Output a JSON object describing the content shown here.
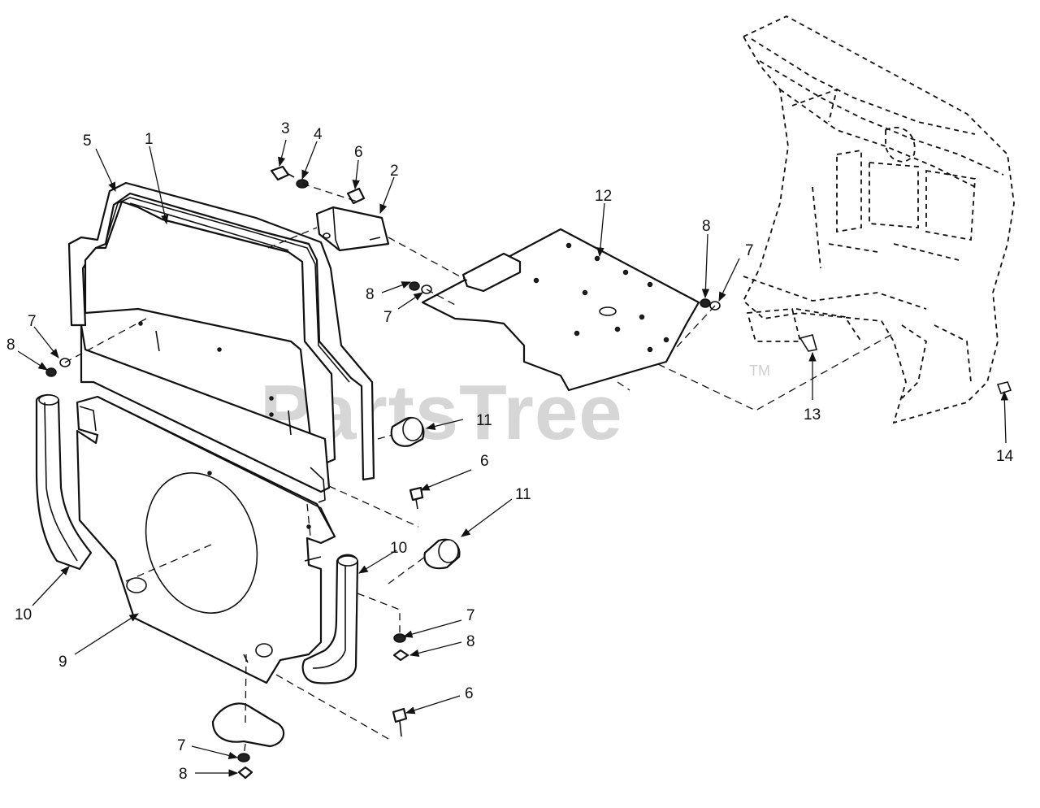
{
  "watermark": {
    "text": "PartsTree",
    "trademark": "TM"
  },
  "callouts": {
    "c1": "1",
    "c2": "2",
    "c3": "3",
    "c4": "4",
    "c5": "5",
    "c6a": "6",
    "c6b": "6",
    "c6c": "6",
    "c7a": "7",
    "c7b": "7",
    "c7c": "7",
    "c7d": "7",
    "c7e": "7",
    "c8a": "8",
    "c8b": "8",
    "c8c": "8",
    "c8d": "8",
    "c8e": "8",
    "c9": "9",
    "c10a": "10",
    "c10b": "10",
    "c11a": "11",
    "c11b": "11",
    "c12": "12",
    "c13": "13",
    "c14": "14"
  }
}
